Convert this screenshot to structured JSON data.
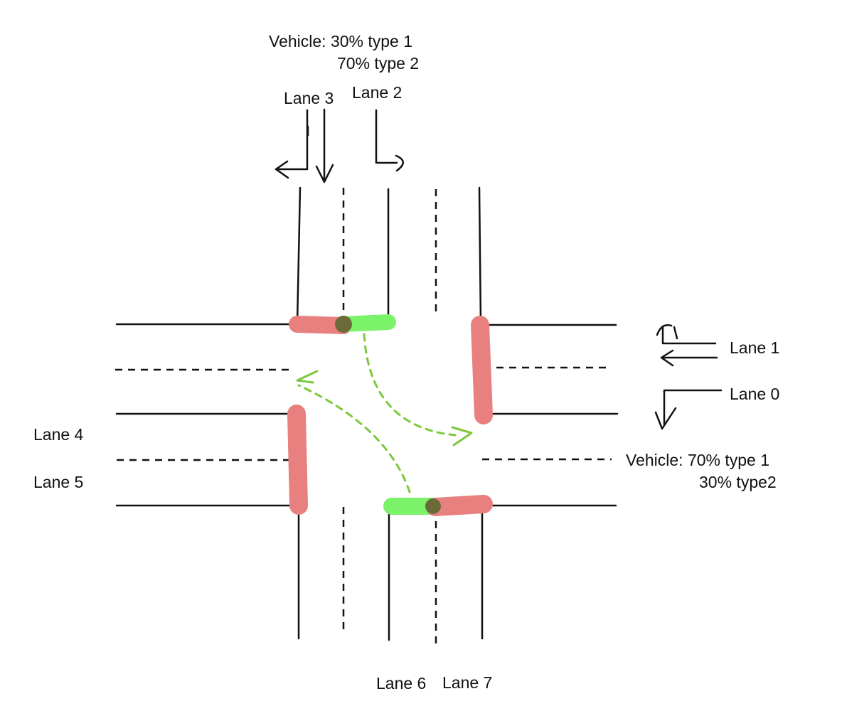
{
  "labels": {
    "top_vehicle_line1": "Vehicle: 30% type 1",
    "top_vehicle_line2": "70% type 2",
    "lane_3": "Lane 3",
    "lane_2": "Lane 2",
    "lane_1": "Lane 1",
    "lane_0": "Lane 0",
    "lane_4": "Lane 4",
    "lane_5": "Lane 5",
    "lane_6": "Lane 6",
    "lane_7": "Lane 7",
    "right_vehicle_line1": "Vehicle: 70% type 1",
    "right_vehicle_line2": "30% type2"
  },
  "colors": {
    "road_line": "#111111",
    "signal_red": "#e88080",
    "signal_green": "#7bf26a",
    "signal_overlap": "#6b6b3a",
    "turn_path": "#7cc83a"
  },
  "vehicle_mix": {
    "north_approach": [
      {
        "vehicle": "type 1",
        "percent": 30
      },
      {
        "vehicle": "type 2",
        "percent": 70
      }
    ],
    "east_approach": [
      {
        "vehicle": "type 1",
        "percent": 70
      },
      {
        "vehicle": "type 2",
        "percent": 30
      }
    ]
  }
}
